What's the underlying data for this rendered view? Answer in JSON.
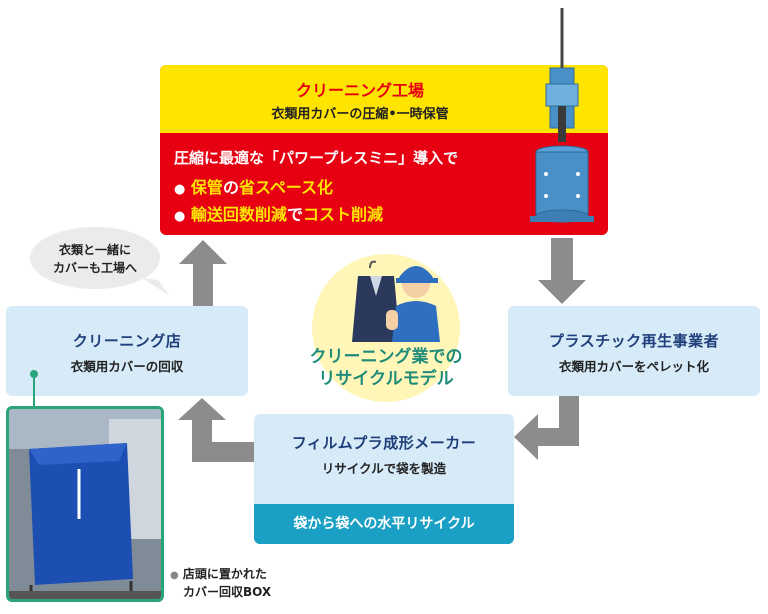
{
  "factory": {
    "title": "クリーニング工場",
    "subtitle": "衣類用カバーの圧縮•一時保管",
    "intro": "圧縮に最適な「パワープレスミニ」導入で",
    "bullet1_a": "保管",
    "bullet1_b": "の",
    "bullet1_c": "省スペース化",
    "bullet2_a": "輸送回数削減",
    "bullet2_b": "で",
    "bullet2_c": "コスト削減",
    "bullet_mark": "●"
  },
  "bubble": {
    "line1": "衣類と一緒に",
    "line2": "カバーも工場へ"
  },
  "shop": {
    "title": "クリーニング店",
    "subtitle": "衣類用カバーの回収"
  },
  "recycler": {
    "title": "プラスチック再生事業者",
    "subtitle": "衣類用カバーをペレット化"
  },
  "maker": {
    "title": "フィルムプラ成形メーカー",
    "subtitle": "リサイクルで袋を製造",
    "banner": "袋から袋への水平リサイクル"
  },
  "center": {
    "line1": "クリーニング業での",
    "line2": "リサイクルモデル"
  },
  "photo_caption": {
    "bullet": "●",
    "line1": "店頭に置かれた",
    "line2": "カバー回収BOX"
  },
  "colors": {
    "yellow": "#ffe400",
    "red": "#e60012",
    "title_red": "#e60012",
    "light_blue": "#d6eaf8",
    "teal": "#1aa0c4",
    "arrow_gray": "#8c8c8c",
    "frame_green": "#2aa57a",
    "circle_yellow": "#fff6b8"
  },
  "icons": [
    "press-machine-icon",
    "worker-icon",
    "suit-icon",
    "collection-bag-icon"
  ]
}
